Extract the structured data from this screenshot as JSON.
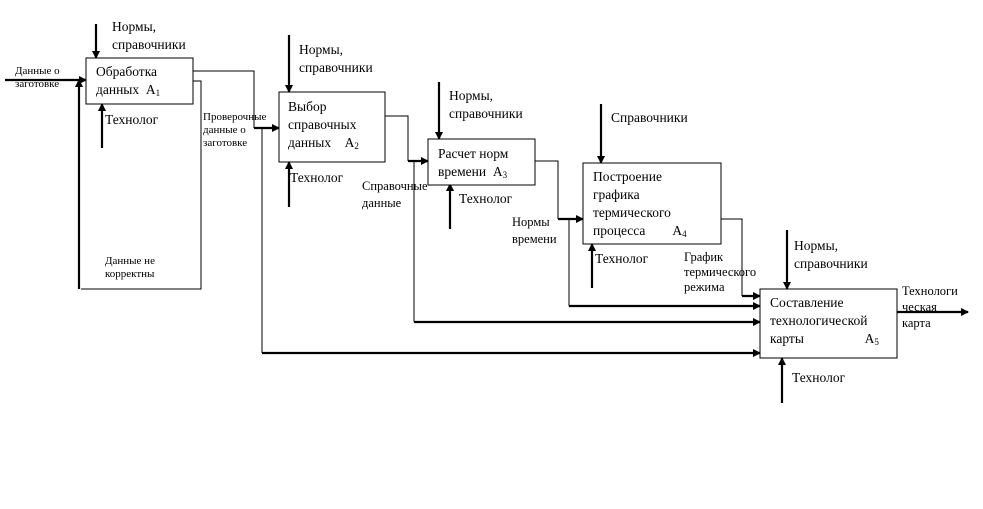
{
  "blocks": {
    "a1": {
      "line1": "Обработка",
      "line2": "данных",
      "code": "A",
      "num": "1"
    },
    "a2": {
      "line1": "Выбор",
      "line2": "справочных",
      "line3": "данных",
      "code": "A",
      "num": "2"
    },
    "a3": {
      "line1": "Расчет норм",
      "line2": "времени",
      "code": "A",
      "num": "3"
    },
    "a4": {
      "line1": "Построение",
      "line2": "графика",
      "line3": "термического",
      "line4": "процесса",
      "code": "A",
      "num": "4"
    },
    "a5": {
      "line1": "Составление",
      "line2": "технологической",
      "line3": "карты",
      "code": "A",
      "num": "5"
    }
  },
  "labels": {
    "input_data": {
      "line1": "Данные о",
      "line2": "заготовке"
    },
    "norms_1": {
      "line1": "Нормы,",
      "line2": "справочники"
    },
    "norms_2": {
      "line1": "Нормы,",
      "line2": "справочники"
    },
    "norms_3": {
      "line1": "Нормы,",
      "line2": "справочники"
    },
    "norms_5": {
      "line1": "Нормы,",
      "line2": "справочники"
    },
    "handbooks_4": "Справочники",
    "tech_1": "Технолог",
    "tech_2": "Технолог",
    "tech_3": "Технолог",
    "tech_4": "Технолог",
    "tech_5": "Технолог",
    "checked_data": {
      "line1": "Проверочные",
      "line2": "данные о",
      "line3": "заготовке"
    },
    "incorrect": {
      "line1": "Данные не",
      "line2": "корректны"
    },
    "ref_data": {
      "line1": "Справочные",
      "line2": "данные"
    },
    "norm_time": {
      "line1": "Нормы",
      "line2": "времени"
    },
    "graph": {
      "line1": "График",
      "line2": "термического",
      "line3": "режима"
    },
    "output": {
      "line1": "Технологи",
      "line2": "ческая",
      "line3": "карта"
    }
  }
}
